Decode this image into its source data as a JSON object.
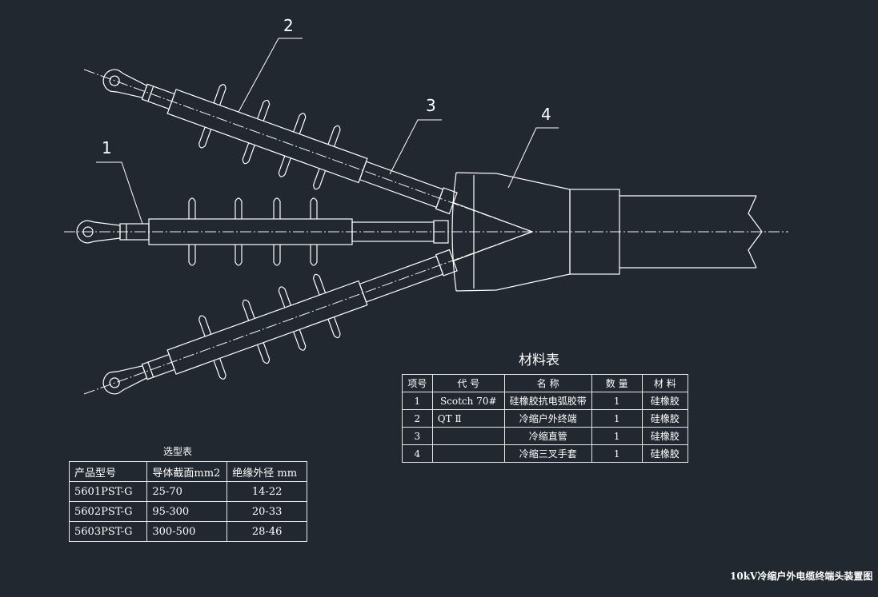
{
  "callouts": [
    "1",
    "2",
    "3",
    "4"
  ],
  "material_table": {
    "title": "材料表",
    "headers": [
      "项号",
      "代  号",
      "名  称",
      "数  量",
      "材  料"
    ],
    "rows": [
      [
        "1",
        "Scotch 70#",
        "硅橡胶抗电弧胶带",
        "1",
        "硅橡胶"
      ],
      [
        "2",
        "QT Ⅱ",
        "冷缩户外终端",
        "1",
        "硅橡胶"
      ],
      [
        "3",
        "",
        "冷缩直管",
        "1",
        "硅橡胶"
      ],
      [
        "4",
        "",
        "冷缩三叉手套",
        "1",
        "硅橡胶"
      ]
    ]
  },
  "selection_table": {
    "title": "选型表",
    "headers": [
      "产品型号",
      "导体截面mm2",
      "绝缘外径  mm"
    ],
    "rows": [
      [
        "5601PST-G",
        "25-70",
        "14-22"
      ],
      [
        "5602PST-G",
        "95-300",
        "20-33"
      ],
      [
        "5603PST-G",
        "300-500",
        "28-46"
      ]
    ]
  },
  "drawing_title": "10kV冷缩户外电缆终端头装置图",
  "colors": {
    "background": "#212830",
    "lines": "#ffffff"
  }
}
